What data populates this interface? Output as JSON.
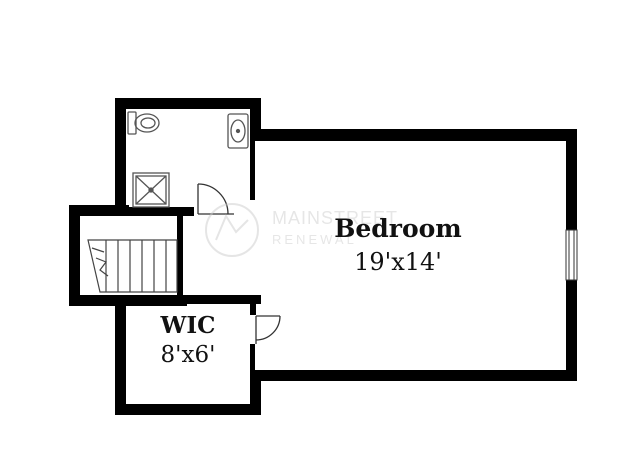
{
  "rooms": {
    "bedroom": {
      "name": "Bedroom",
      "dimensions": "19'x14'"
    },
    "wic": {
      "name": "WIC",
      "dimensions": "8'x6'"
    }
  },
  "watermark": {
    "line1": "MAINSTREET",
    "line2": "RENEWAL"
  },
  "colors": {
    "wall": "#000000",
    "fixture_stroke": "#555555",
    "watermark": "#c9c9c9"
  }
}
